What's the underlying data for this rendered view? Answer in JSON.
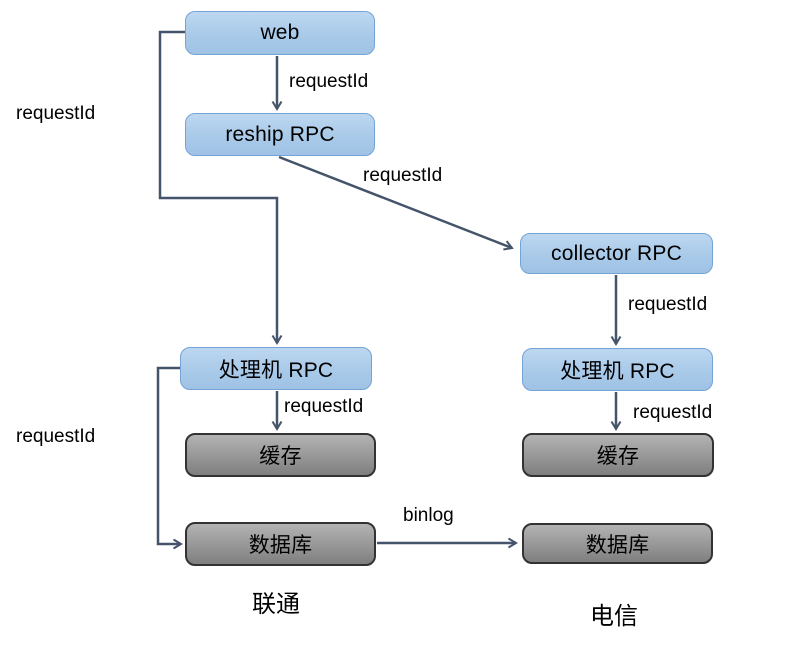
{
  "diagram": {
    "nodes": {
      "web": {
        "label": "web"
      },
      "reship": {
        "label": "reship RPC"
      },
      "collector": {
        "label": "collector RPC"
      },
      "processor_left": {
        "label": "处理机 RPC"
      },
      "processor_right": {
        "label": "处理机 RPC"
      },
      "cache_left": {
        "label": "缓存"
      },
      "cache_right": {
        "label": "缓存"
      },
      "db_left": {
        "label": "数据库"
      },
      "db_right": {
        "label": "数据库"
      }
    },
    "edges": {
      "web_to_processor_left": {
        "label": "requestId"
      },
      "web_to_reship": {
        "label": "requestId"
      },
      "reship_to_collector": {
        "label": "requestId"
      },
      "collector_to_processor_right": {
        "label": "requestId"
      },
      "processor_left_to_cache_left": {
        "label": "requestId"
      },
      "processor_right_to_cache_right": {
        "label": "requestId"
      },
      "processor_left_to_db_left": {
        "label": "requestId"
      },
      "db_left_to_db_right": {
        "label": "binlog"
      }
    },
    "regions": {
      "left": {
        "label": "联通"
      },
      "right": {
        "label": "电信"
      }
    },
    "colors": {
      "background": "#ffffff",
      "connector": "#44546a",
      "blue_node_border": "#74a3d6",
      "blue_node_fill_top": "#bdd7f0",
      "blue_node_fill_bottom": "#9fc2e5",
      "gray_node_border": "#333333",
      "gray_node_fill_top": "#b3b3b3",
      "gray_node_fill_bottom": "#7f7f7f",
      "text": "#000000"
    }
  }
}
